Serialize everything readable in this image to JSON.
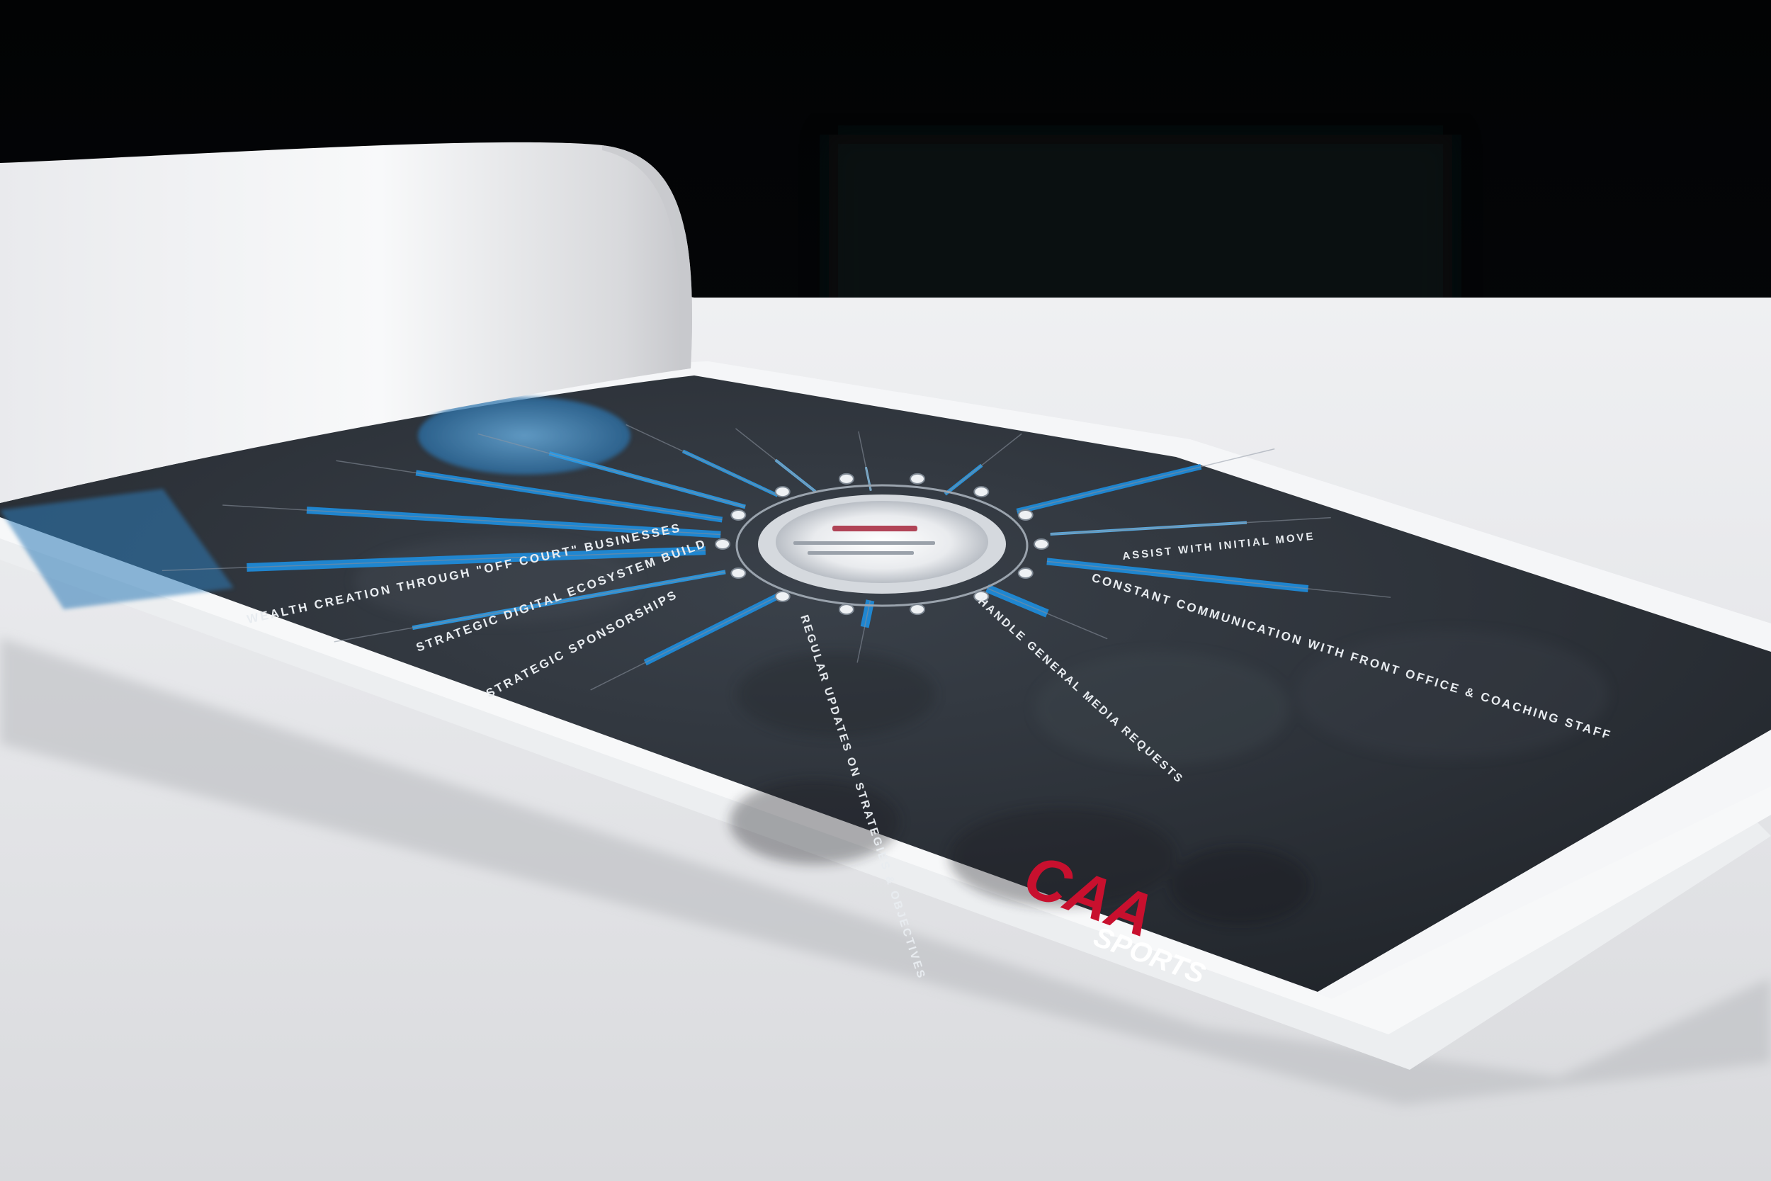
{
  "scene": {
    "description_colors": {
      "background": "#050608",
      "table": "#e6e7ea",
      "page_paper": "#f4f5f7",
      "print_dark": "#2c3138",
      "accent_blue": "#1e8fe0",
      "logo_red": "#c8102e"
    }
  },
  "spread": {
    "radial_labels": [
      "WEALTH CREATION THROUGH \"OFF COURT\" BUSINESSES",
      "STRATEGIC DIGITAL ECOSYSTEM BUILD",
      "STRATEGIC SPONSORSHIPS",
      "REGULAR UPDATES ON STRATEGIES & OBJECTIVES",
      "HANDLE GENERAL MEDIA REQUESTS",
      "CONSTANT COMMUNICATION WITH FRONT OFFICE & COACHING STAFF",
      "ASSIST WITH INITIAL MOVE"
    ],
    "logo": {
      "caa": "CAA",
      "sports": "SPORTS"
    }
  }
}
